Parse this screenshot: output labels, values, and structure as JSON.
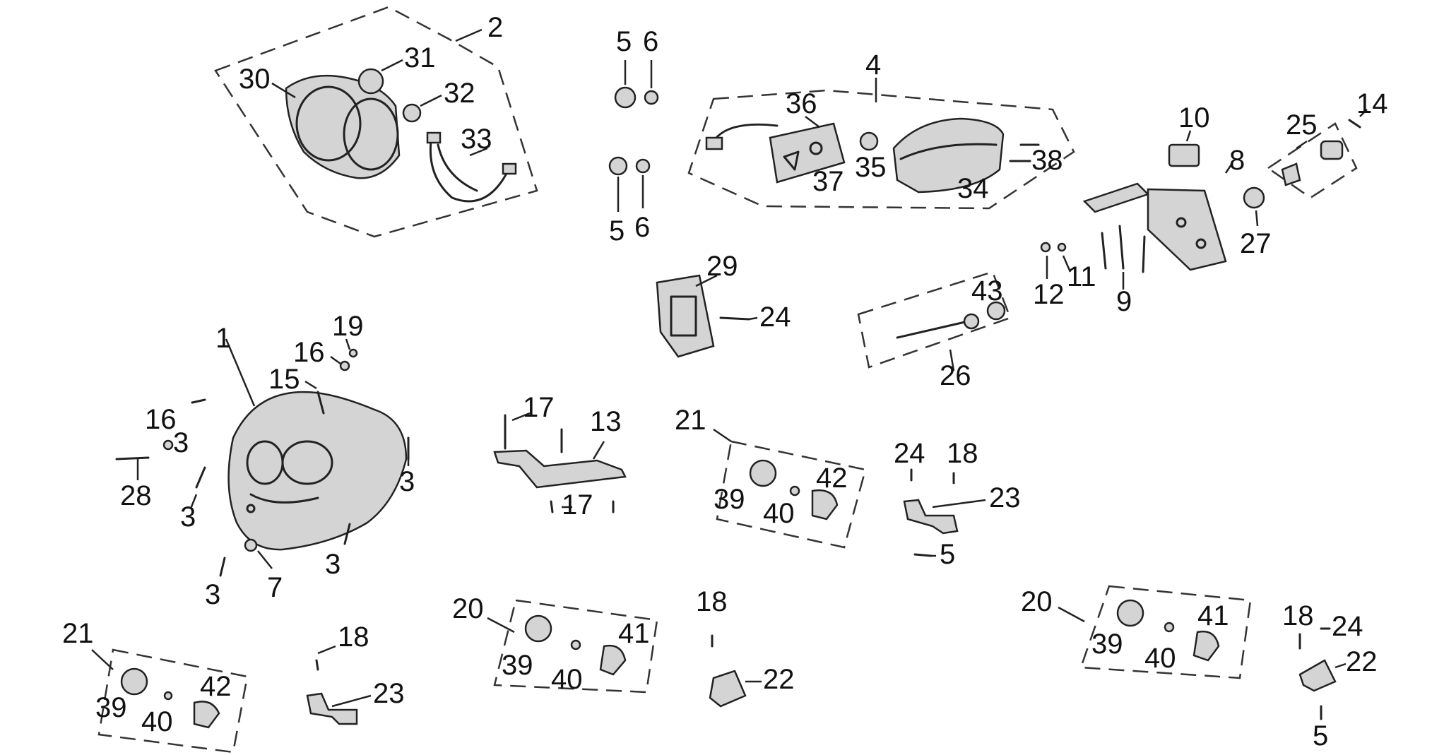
{
  "callouts": [
    "1",
    "2",
    "3",
    "4",
    "5",
    "6",
    "7",
    "8",
    "9",
    "10",
    "11",
    "12",
    "13",
    "14",
    "15",
    "16",
    "17",
    "18",
    "19",
    "20",
    "21",
    "22",
    "23",
    "24",
    "25",
    "26",
    "27",
    "28",
    "29",
    "30",
    "31",
    "32",
    "33",
    "34",
    "35",
    "36",
    "37",
    "38",
    "39",
    "40",
    "41",
    "42",
    "43"
  ]
}
